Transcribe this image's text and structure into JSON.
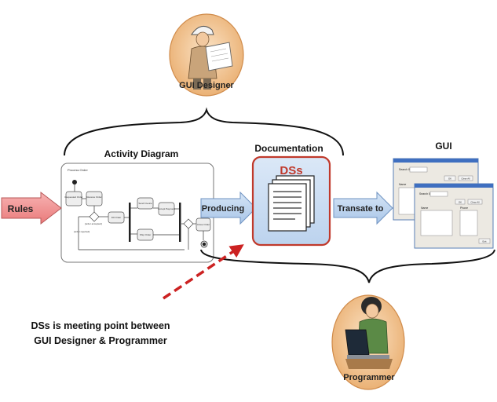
{
  "roles": {
    "designer": {
      "label": "GUI Designer",
      "icon": "engineer-icon"
    },
    "programmer": {
      "label": "Programmer",
      "icon": "programmer-icon"
    }
  },
  "activity_diagram": {
    "title": "Activity Diagram",
    "inner_title": "Process Order",
    "nodes": [
      "Requested Order",
      "Receive Order",
      "Fill Order",
      "Send Invoice",
      "Ship Order",
      "Accept Payment",
      "Close Order"
    ],
    "guards": [
      "[order accepted]",
      "[order rejected]"
    ]
  },
  "arrows": {
    "rules": "Rules",
    "producing": "Producing",
    "translate": "Transate to"
  },
  "documentation": {
    "title": "Documentation",
    "box_label": "DSs",
    "icon": "documents-stack-icon"
  },
  "gui": {
    "title": "GUI",
    "window_back": {
      "field_label": "Search ID",
      "left_label": "Name",
      "btn1": "OK",
      "btn2": "Clear All"
    },
    "window_front": {
      "field_label": "Search ID",
      "left_label": "Name",
      "right_label": "Phone",
      "btn1": "OK",
      "btn2": "Clear All",
      "btn3": "Exit"
    }
  },
  "note": {
    "line1": "DSs is meeting point between",
    "line2": "GUI Designer & Programmer"
  },
  "colors": {
    "rules_arrow": "#f08a8a",
    "blue_arrow": "#bcd3ee",
    "ds_border": "#c0392b",
    "ds_title": "#c0392b",
    "ds_fill": "#cfe0f3",
    "note_arrow": "#cc2222",
    "role_circle": "#f2c89a"
  }
}
